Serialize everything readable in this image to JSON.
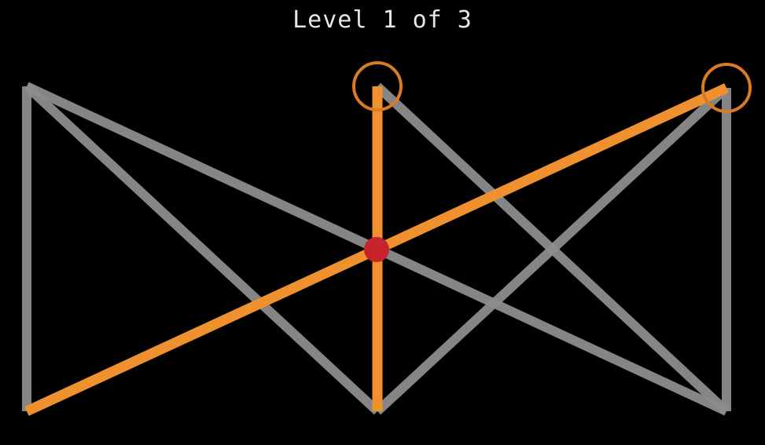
{
  "level": {
    "title": "Level 1 of 3",
    "current": 1,
    "total": 3
  },
  "colors": {
    "background": "#000000",
    "edge_default": "#8c8c8c",
    "edge_active": "#f0912f",
    "vertex_selected_ring": "#d97b22",
    "cursor_dot": "#c8222a",
    "title_text": "#e6e6e6"
  },
  "edges": [
    {
      "id": "edge-1",
      "from": "v-top-left",
      "to": "v-bottom-left",
      "state": "default"
    },
    {
      "id": "edge-2",
      "from": "v-top-left",
      "to": "v-bottom-center",
      "state": "default"
    },
    {
      "id": "edge-3",
      "from": "v-top-left",
      "to": "v-bottom-right",
      "state": "default"
    },
    {
      "id": "edge-4",
      "from": "v-top-center",
      "to": "v-bottom-right",
      "state": "default"
    },
    {
      "id": "edge-5",
      "from": "v-top-right",
      "to": "v-bottom-center",
      "state": "default"
    },
    {
      "id": "edge-6",
      "from": "v-top-right",
      "to": "v-bottom-right",
      "state": "default"
    },
    {
      "id": "edge-7",
      "from": "v-top-center",
      "to": "v-bottom-center",
      "state": "active"
    },
    {
      "id": "edge-8",
      "from": "v-bottom-left",
      "to": "v-top-right",
      "state": "active"
    }
  ],
  "vertices": [
    {
      "id": "v-top-left",
      "selected": false
    },
    {
      "id": "v-top-center",
      "selected": true
    },
    {
      "id": "v-top-right",
      "selected": true
    },
    {
      "id": "v-bottom-left",
      "selected": false
    },
    {
      "id": "v-bottom-center",
      "selected": false
    },
    {
      "id": "v-bottom-right",
      "selected": false
    }
  ]
}
